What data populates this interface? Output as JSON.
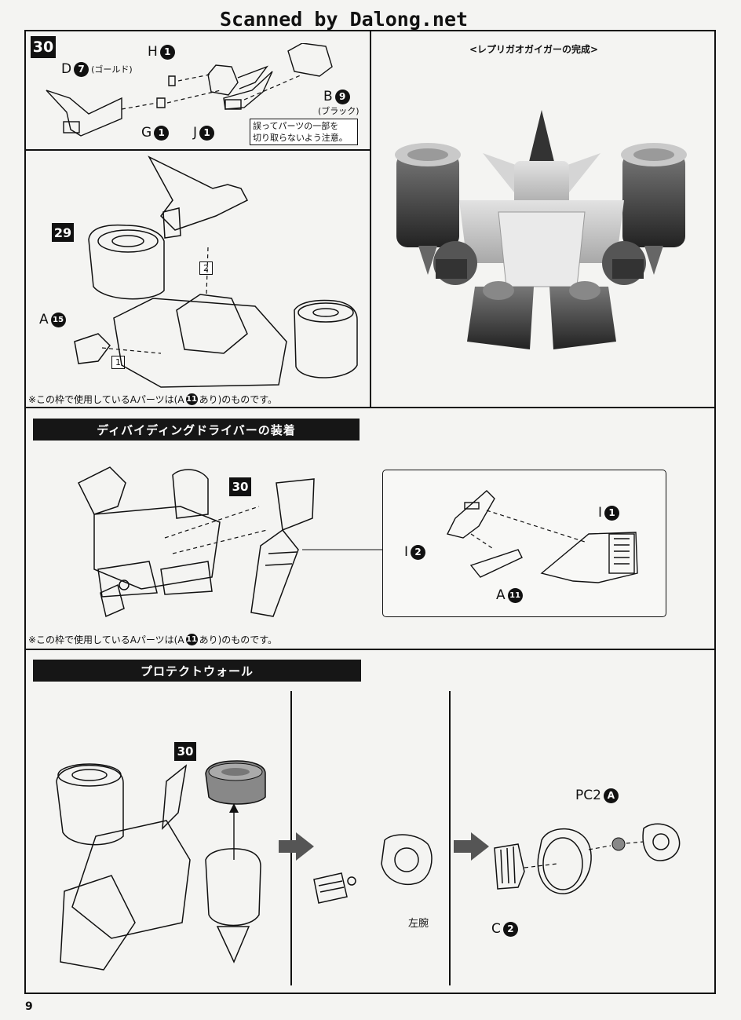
{
  "watermark": "Scanned by Dalong.net",
  "page_number": "9",
  "section1": {
    "step_number": "30",
    "sub_step_number": "29",
    "completion_caption": "<レプリガオガイガーの完成>",
    "parts": {
      "d": {
        "letter": "D",
        "num": "7",
        "note": "(ゴールド)"
      },
      "h": {
        "letter": "H",
        "num": "1"
      },
      "g": {
        "letter": "G",
        "num": "1"
      },
      "j": {
        "letter": "J",
        "num": "1"
      },
      "b": {
        "letter": "B",
        "num": "9",
        "note": "(ブラック)"
      },
      "a": {
        "letter": "A",
        "num": "15"
      }
    },
    "warning_line1": "誤ってパーツの一部を",
    "warning_line2": "切り取らないよう注意。",
    "order1": "1",
    "order2": "2",
    "footnote": {
      "before": "※この枠で使用しているAパーツは(A",
      "num": "11",
      "after": "あり)のものです。"
    }
  },
  "section2": {
    "header": "ディバイディングドライバーの装着",
    "step_ref": "30",
    "parts": {
      "i1": {
        "letter": "I",
        "num": "1"
      },
      "i2": {
        "letter": "I",
        "num": "2"
      },
      "a11": {
        "letter": "A",
        "num": "11"
      }
    },
    "footnote": {
      "before": "※この枠で使用しているAパーツは(A",
      "num": "11",
      "after": "あり)のものです。"
    }
  },
  "section3": {
    "header": "プロテクトウォール",
    "step_ref": "30",
    "left_arm_label": "左腕",
    "parts": {
      "pc2": {
        "letter": "PC2",
        "num": "A"
      },
      "c2": {
        "letter": "C",
        "num": "2"
      }
    }
  }
}
